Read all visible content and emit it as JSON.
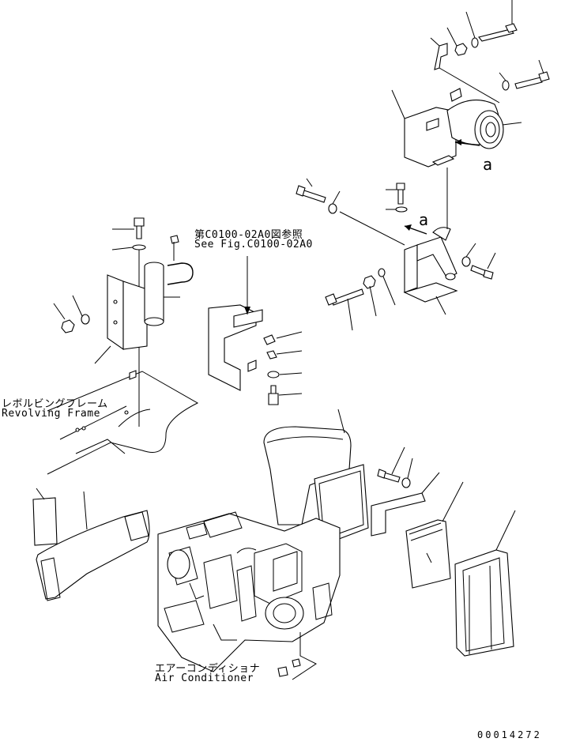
{
  "labels": {
    "ref_jp": "第C0100-02A0図参照",
    "ref_en": "See Fig.C0100-02A0",
    "frame_jp": "レボルビングフレーム",
    "frame_en": "Revolving Frame",
    "ac_jp": "エアーコンディショナ",
    "ac_en": "Air Conditioner",
    "view_a_top": "a",
    "view_a_mid": "a",
    "drawing_no": "00014272"
  },
  "icons": [
    "bolt-icon",
    "washer-icon",
    "nut-icon",
    "bracket-icon",
    "receiver-drier-icon",
    "compressor-icon",
    "duct-icon",
    "filter-icon",
    "cover-icon",
    "air-conditioner-unit-icon"
  ]
}
